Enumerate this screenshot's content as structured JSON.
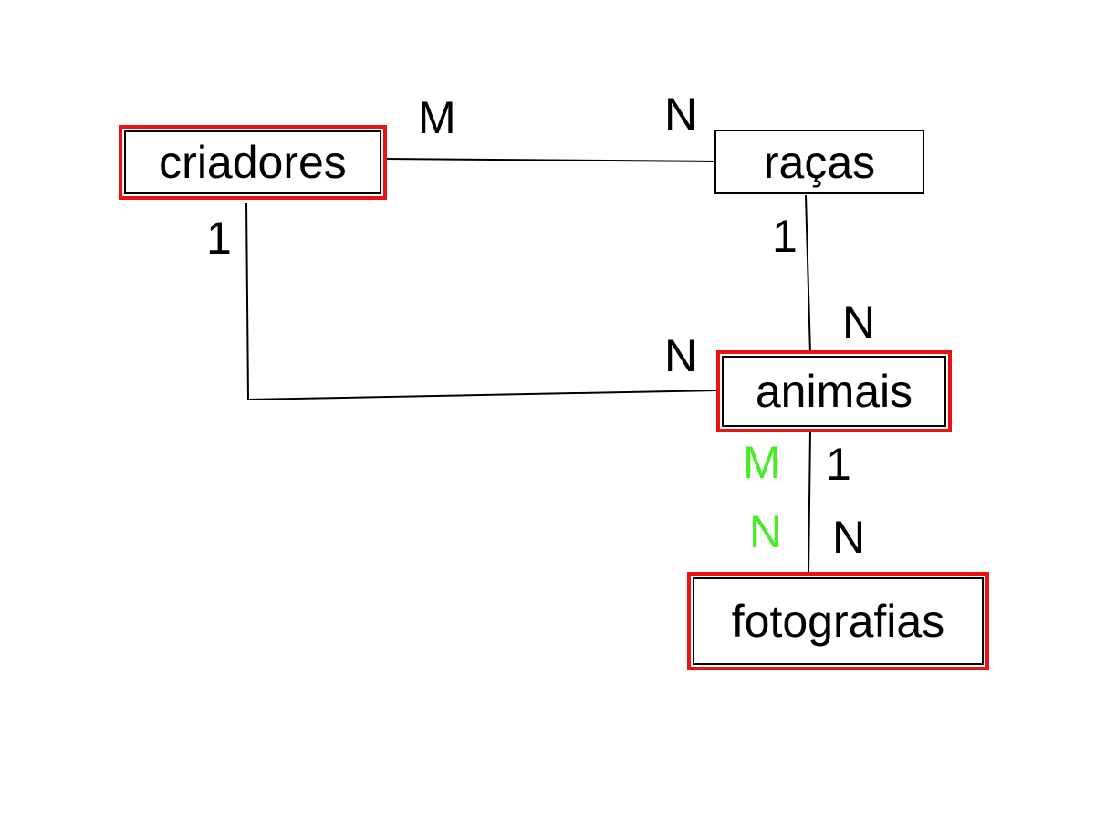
{
  "colors": {
    "highlight": "#ee1111",
    "alt_cardinality": "#44ee22",
    "line": "#000000"
  },
  "entities": {
    "criadores": {
      "label": "criadores",
      "highlighted": true
    },
    "racas": {
      "label": "raças",
      "highlighted": false
    },
    "animais": {
      "label": "animais",
      "highlighted": true
    },
    "fotografias": {
      "label": "fotografias",
      "highlighted": true
    }
  },
  "relationships": {
    "criadores_racas": {
      "from": "criadores",
      "to": "racas",
      "from_card": "M",
      "to_card": "N"
    },
    "criadores_animais": {
      "from": "criadores",
      "to": "animais",
      "from_card": "1",
      "to_card": "N"
    },
    "racas_animais": {
      "from": "racas",
      "to": "animais",
      "from_card": "1",
      "to_card": "N"
    },
    "animais_fotografias": {
      "from": "animais",
      "to": "fotografias",
      "from_card": "1",
      "to_card": "N",
      "alt_from_card": "M",
      "alt_to_card": "N"
    }
  }
}
